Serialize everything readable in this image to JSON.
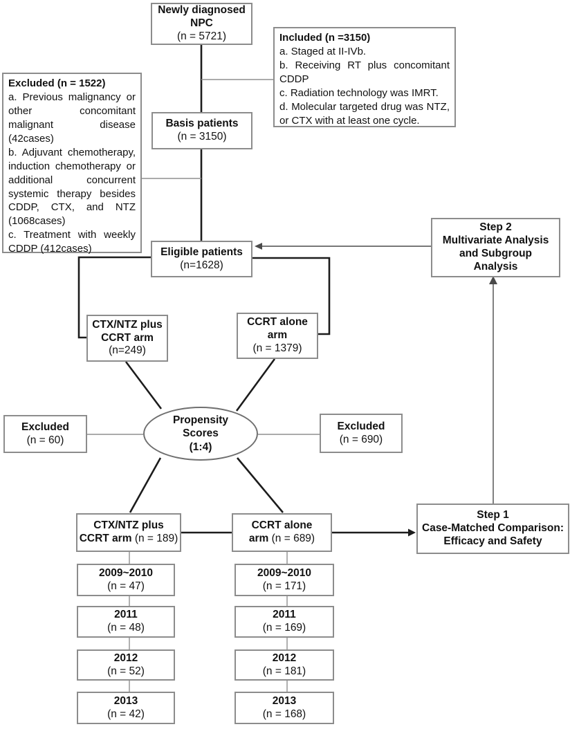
{
  "diagram": {
    "top_node": {
      "line1": "Newly diagnosed",
      "line2": "NPC",
      "n": "(n = 5721)"
    },
    "included": {
      "heading": "Included (n =3150)",
      "item_a": "a. Staged at II-IVb.",
      "item_b": "b. Receiving RT plus concomitant CDDP",
      "item_c": "c. Radiation technology was IMRT.",
      "item_d": "d. Molecular targeted drug was NTZ, or CTX with at least one cycle."
    },
    "excluded_main": {
      "heading": "Excluded (n = 1522)",
      "item_a": "a. Previous malignancy or other concomitant malignant disease (42cases)",
      "item_b": "b. Adjuvant chemotherapy, induction chemotherapy or additional concurrent systemic therapy besides CDDP, CTX, and NTZ (1068cases)",
      "item_c": "c. Treatment with weekly CDDP (412cases)"
    },
    "basis": {
      "line1": "Basis patients",
      "n": "(n = 3150)"
    },
    "eligible": {
      "line1": "Eligible patients",
      "n": "(n=1628)"
    },
    "step2": {
      "line1": "Step 2",
      "line2": "Multivariate Analysis",
      "line3": "and  Subgroup",
      "line4": "Analysis"
    },
    "arm_ctx_upper": {
      "line1": "CTX/NTZ plus",
      "line2": "CCRT arm",
      "n": "(n=249)"
    },
    "arm_ccrt_upper": {
      "line1": "CCRT alone",
      "line2": "arm",
      "n": "(n = 1379)"
    },
    "propensity": {
      "line1": "Propensity",
      "line2": "Scores",
      "line3": "(1:4)"
    },
    "excluded_left": {
      "line1": "Excluded",
      "n": "(n = 60)"
    },
    "excluded_right": {
      "line1": "Excluded",
      "n": "(n = 690)"
    },
    "arm_ctx_lower": {
      "line1": "CTX/NTZ plus",
      "line2_bold": "CCRT arm",
      "line2_n": "(n = 189)"
    },
    "arm_ccrt_lower": {
      "line1": "CCRT alone",
      "line2_bold": "arm",
      "line2_n": "(n = 689)"
    },
    "step1": {
      "line1": "Step 1",
      "line2": "Case-Matched Comparison:",
      "line3": "Efficacy and Safety"
    },
    "years_ctx": [
      {
        "label": "2009~2010",
        "n": "(n = 47)"
      },
      {
        "label": "2011",
        "n": "(n = 48)"
      },
      {
        "label": "2012",
        "n": "(n = 52)"
      },
      {
        "label": "2013",
        "n": "(n = 42)"
      }
    ],
    "years_ccrt": [
      {
        "label": "2009~2010",
        "n": "(n = 171)"
      },
      {
        "label": "2011",
        "n": "(n = 169)"
      },
      {
        "label": "2012",
        "n": "(n = 181)"
      },
      {
        "label": "2013",
        "n": "(n = 168)"
      }
    ]
  },
  "colors": {
    "box_border": "#8c8c8c",
    "thick_line": "#1c1c1c",
    "thin_line": "#8f8f8f",
    "arrow_line": "#4a4a4a",
    "text": "#111111",
    "background": "#ffffff"
  }
}
